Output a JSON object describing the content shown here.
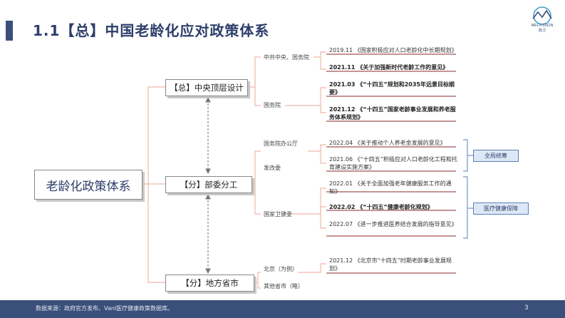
{
  "header": {
    "title": "1.1【总】中国老龄化应对政策体系",
    "logo_text": "MEDVISION",
    "logo_sub": "脉卫"
  },
  "root": {
    "label": "老龄化政策体系"
  },
  "branches": [
    {
      "label": "【总】中央顶层设计",
      "groups": [
        {
          "org": "中共中央、国务院",
          "items": [
            {
              "text": "2019.11 《国家积极应对人口老龄化中长期规划》",
              "bold": false
            },
            {
              "text": "2021.11 《关于加强新时代老龄工作的意见》",
              "bold": true
            }
          ]
        },
        {
          "org": "国务院",
          "items": [
            {
              "text": "2021.03 《“十四五”规划和2035年远景目标纲要》",
              "bold": true
            },
            {
              "text": "2021.12 《“十四五”国家老龄事业发展和养老服务体系规划》",
              "bold": true
            }
          ]
        }
      ]
    },
    {
      "label": "【分】部委分工",
      "groups": [
        {
          "org": "国务院办公厅",
          "items": [
            {
              "text": "2022.04 《关于推动个人养老金发展的意见》",
              "bold": false
            }
          ]
        },
        {
          "org": "发改委",
          "items": [
            {
              "text": "2021.06 《“十四五”积极应对人口老龄化工程和托育建设实施方案》",
              "bold": false
            }
          ]
        },
        {
          "org": "国家卫健委",
          "items": [
            {
              "text": "2022.01 《关于全面加强老年健康服务工作的通知》",
              "bold": false
            },
            {
              "text": "2022.02 《“十四五”健康老龄化规划》",
              "bold": true
            },
            {
              "text": "2022.07 《进一步推进医养结合发展的指导意见》",
              "bold": false
            }
          ]
        }
      ],
      "tags": [
        "全局统筹",
        "医疗健康保障"
      ]
    },
    {
      "label": "【分】地方省市",
      "groups": [
        {
          "org": "北京（为例）",
          "items": [
            {
              "text": "2021.12 《北京市“十四五”时期老龄事业发展规划》",
              "bold": false
            }
          ]
        },
        {
          "org": "其他省市（略）",
          "items": []
        }
      ]
    }
  ],
  "footer": {
    "source": "数据来源：政府官方发布、Vanl医疗健康政策数据库。",
    "page": "3"
  },
  "colors": {
    "accent": "#3a4f7a",
    "connector": "#f0b8a8",
    "item_rule": "#8b2a2a",
    "tag_fill": "#dde8f6",
    "tag_border": "#5b7fb8"
  }
}
